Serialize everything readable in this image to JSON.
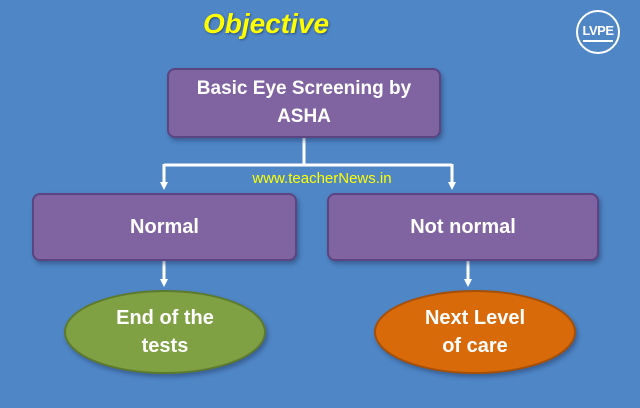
{
  "title": "Objective",
  "logo": {
    "text": "LVPE"
  },
  "watermark": "www.teacherNews.in",
  "nodes": {
    "root": {
      "line1": "Basic Eye Screening by",
      "line2": "ASHA",
      "color": "#8064a2"
    },
    "normal": {
      "label": "Normal",
      "color": "#8064a2"
    },
    "not_normal": {
      "label": "Not normal",
      "color": "#8064a2"
    },
    "end_tests": {
      "line1": "End of the",
      "line2": "tests",
      "color": "#7fa043"
    },
    "next_level": {
      "line1": "Next Level",
      "line2": "of care",
      "color": "#d86a0a"
    }
  },
  "edges": [
    {
      "from": "root",
      "to": "normal"
    },
    {
      "from": "root",
      "to": "not_normal"
    },
    {
      "from": "normal",
      "to": "end_tests"
    },
    {
      "from": "not_normal",
      "to": "next_level"
    }
  ],
  "colors": {
    "background": "#4f86c6",
    "title": "#ffff00",
    "connector": "#ffffff"
  }
}
